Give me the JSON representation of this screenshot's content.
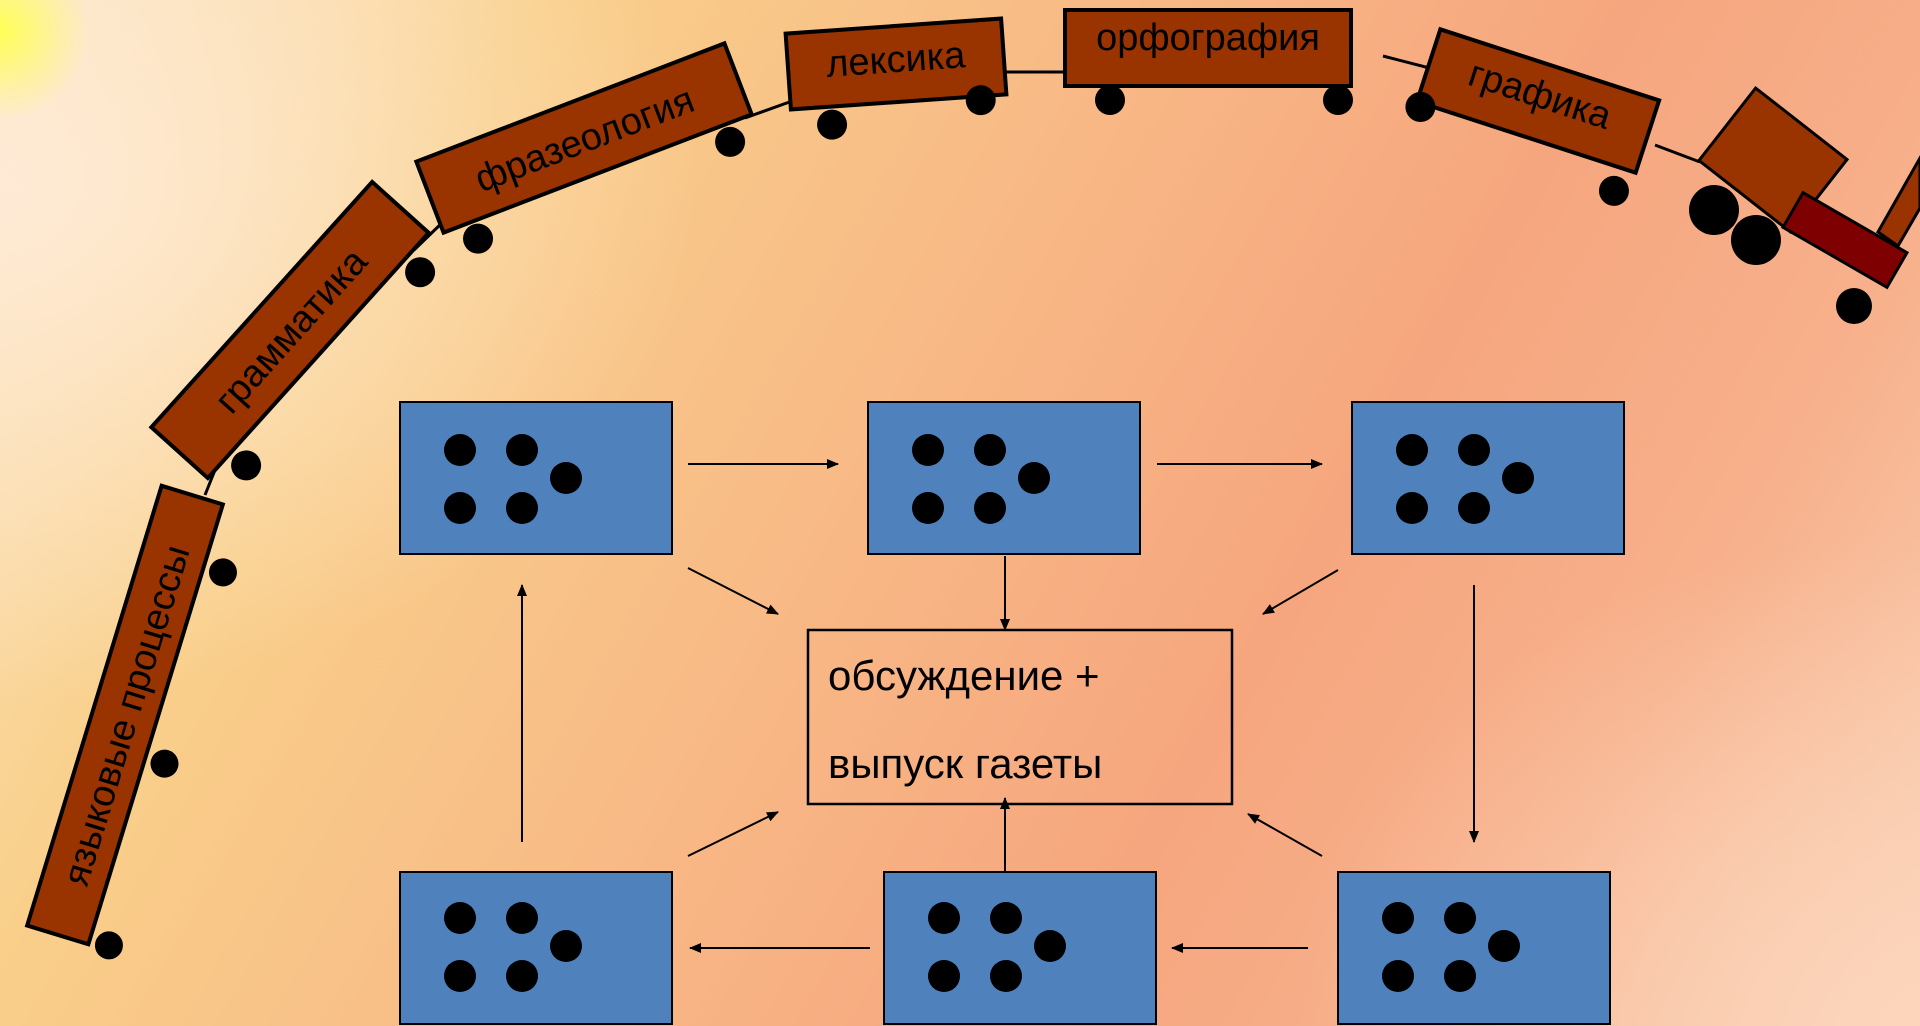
{
  "train": {
    "cars": [
      "языковые процессы",
      "грамматика",
      "фразеология",
      "лексика",
      "орфография",
      "графика"
    ]
  },
  "center": {
    "line1": "обсуждение +",
    "line2": "выпуск газеты"
  },
  "colors": {
    "car_fill": "#993300",
    "engine_cab": "#7f0000",
    "group_box": "#4f81bd"
  }
}
